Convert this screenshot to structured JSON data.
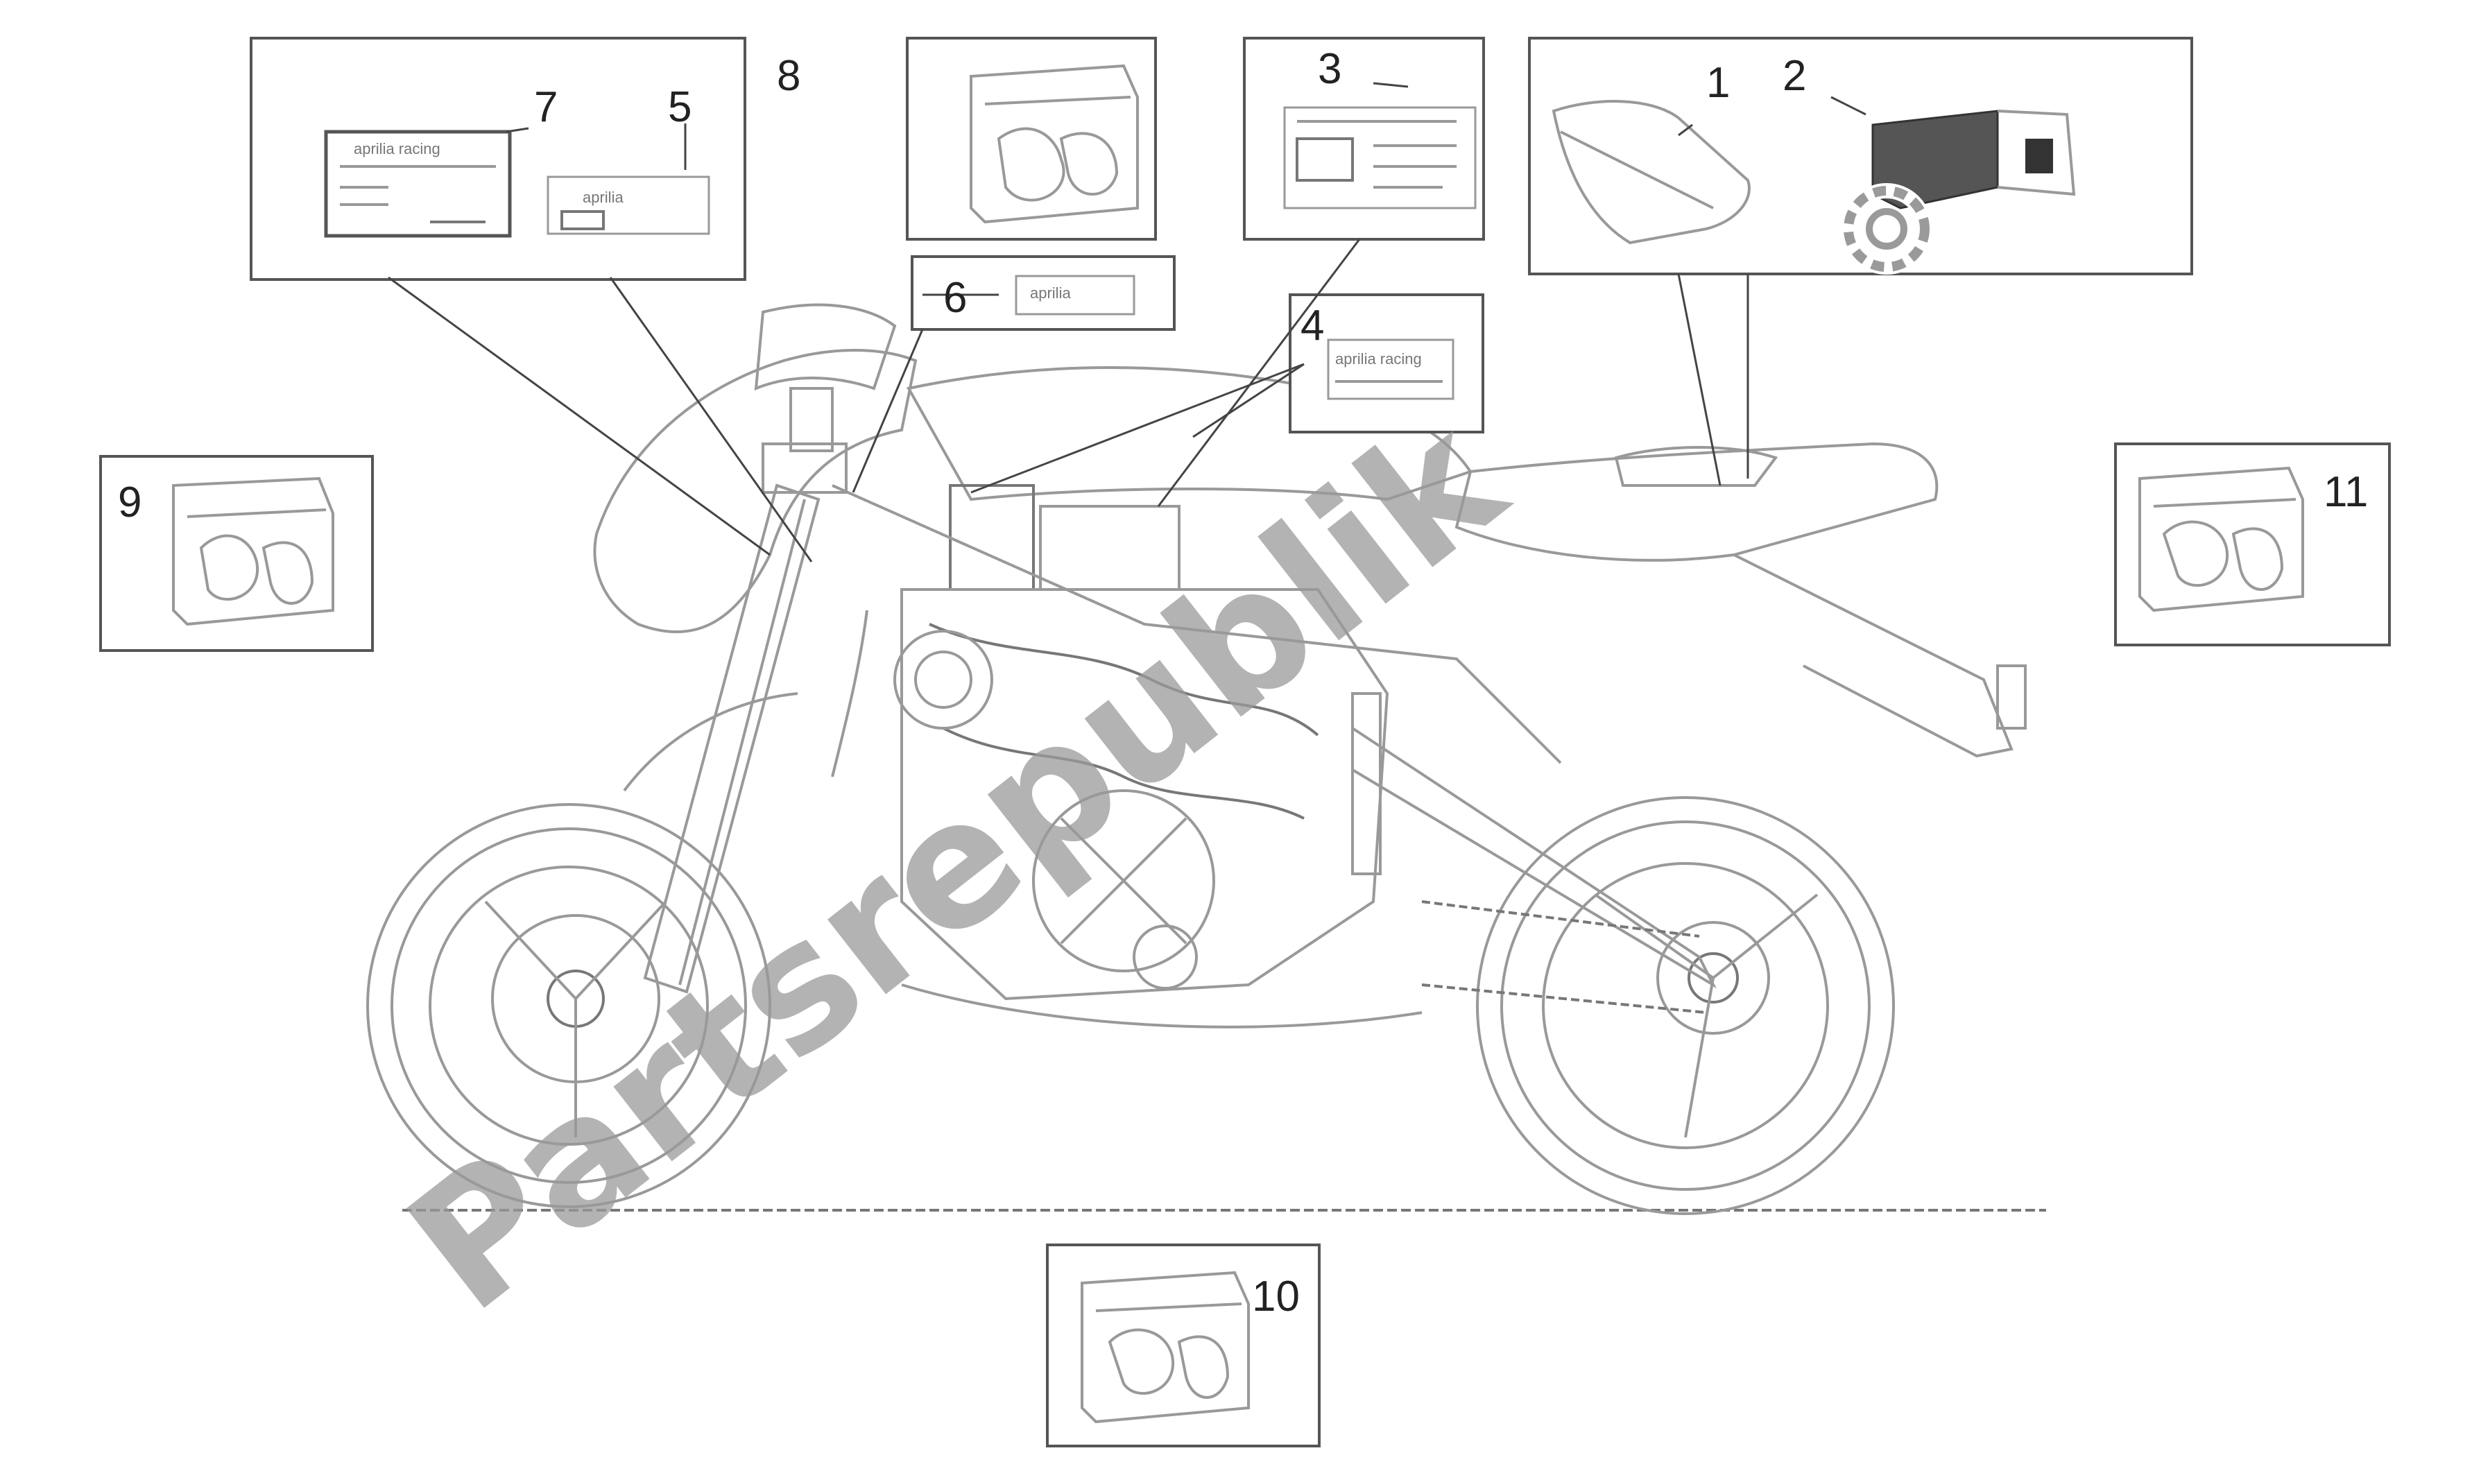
{
  "callouts": {
    "c1": "1",
    "c2": "2",
    "c3": "3",
    "c4": "4",
    "c5": "5",
    "c6": "6",
    "c7": "7",
    "c8": "8",
    "c9": "9",
    "c10": "10",
    "c11": "11"
  },
  "decal_text": {
    "aprilia": "aprilia",
    "aprilia_racing": "aprilia racing"
  },
  "watermark": {
    "text": "Partsrepublik",
    "color": "#9a9a9a",
    "icon": "gear-icon"
  },
  "colors": {
    "lines": "#444444",
    "drawing": "#999999",
    "background": "#ffffff"
  }
}
